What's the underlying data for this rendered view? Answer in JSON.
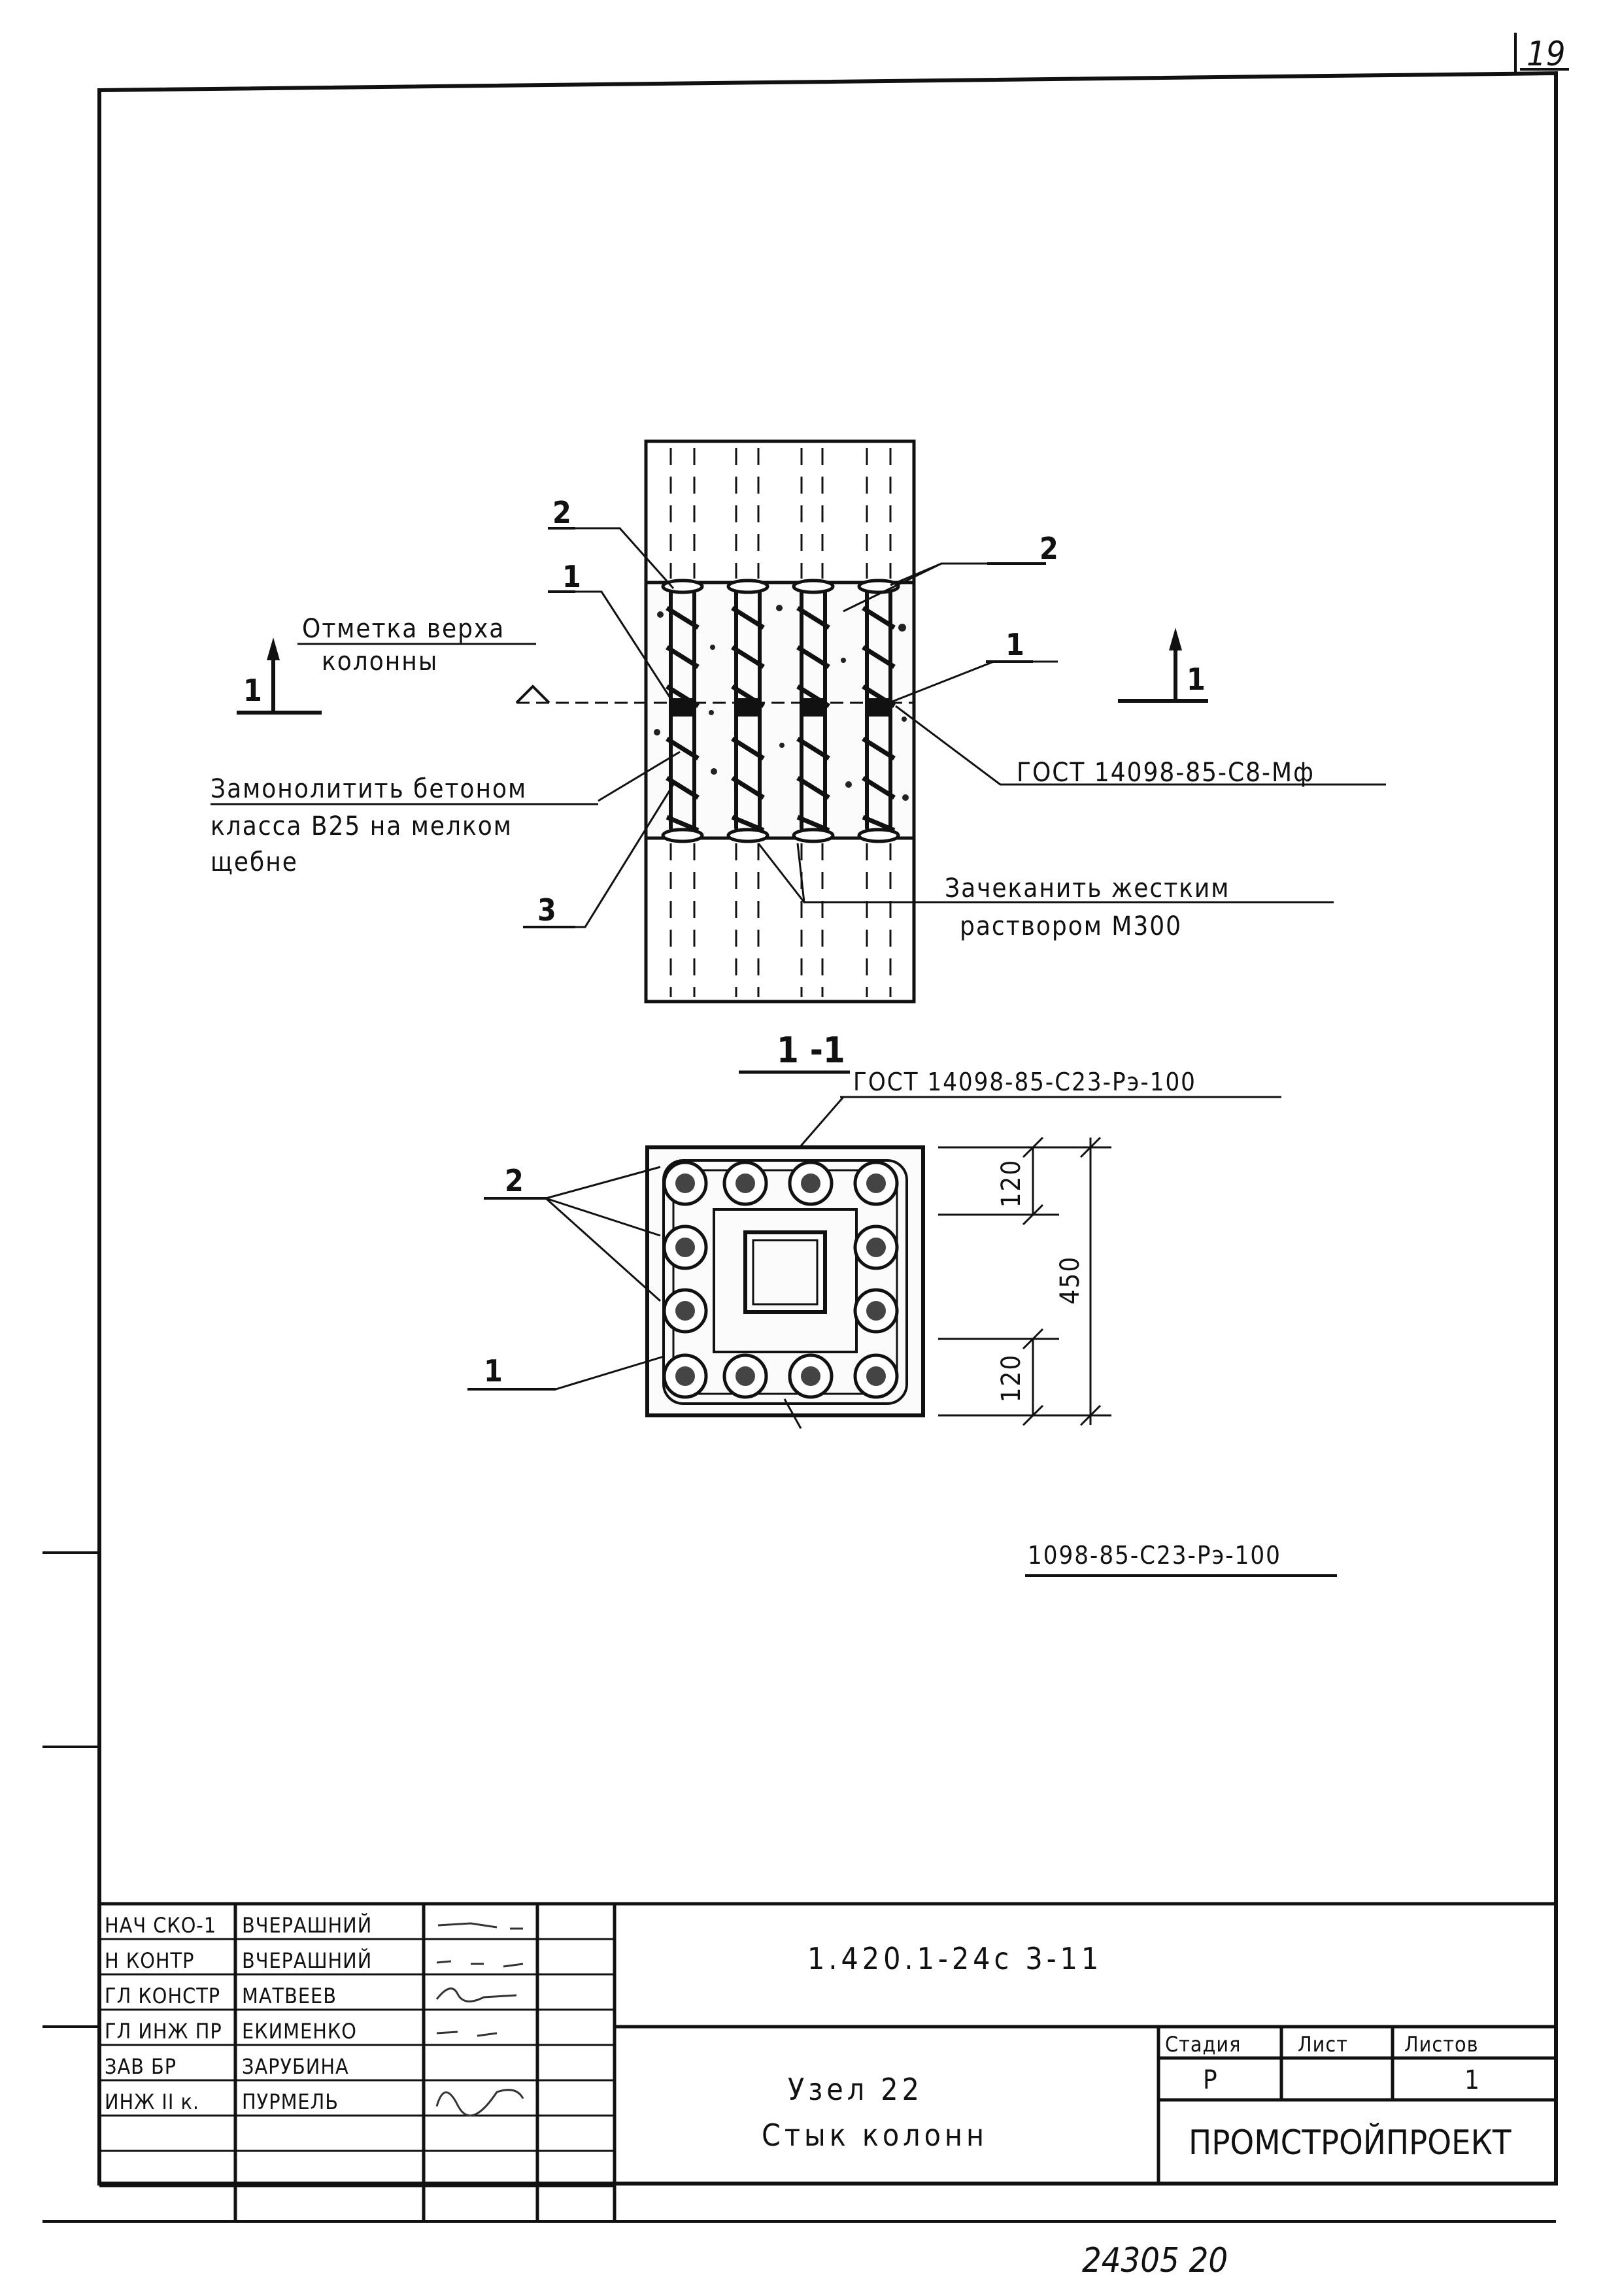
{
  "sheet_number": "19",
  "elevation": {
    "label_line1": "Отметка верха",
    "label_line2": "колонны",
    "concrete_line1": "Замонолитить бетоном",
    "concrete_line2": "класса В25 на мелком",
    "concrete_line3": "щебне",
    "caulk_line1": "Зачеканить жестким",
    "caulk_line2": "раствором М300",
    "weld_top": "ГОСТ 14098-85-С8-Мф",
    "callout_1": "1",
    "callout_2": "2",
    "callout_3": "3",
    "section_mark": "1"
  },
  "section": {
    "title": "1 -1",
    "weld_top": "ГОСТ 14098-85-С23-Рэ-100",
    "weld_bottom": "1098-85-С23-Рэ-100",
    "callout_1": "1",
    "callout_2": "2",
    "dim_top": "120",
    "dim_total": "450",
    "dim_bottom": "120"
  },
  "title_block": {
    "staff": [
      {
        "role": "НАЧ СКО-1",
        "name": "ВЧЕРАШНИЙ"
      },
      {
        "role": "Н КОНТР",
        "name": "ВЧЕРАШНИЙ"
      },
      {
        "role": "ГЛ КОНСТР",
        "name": "МАТВЕЕВ"
      },
      {
        "role": "ГЛ ИНЖ ПР",
        "name": "ЕКИМЕНКО"
      },
      {
        "role": "ЗАВ БР",
        "name": "ЗАРУБИНА"
      },
      {
        "role": "ИНЖ II к.",
        "name": "ПУРМЕЛЬ"
      }
    ],
    "code": "1.420.1-24с 3-11",
    "title_line1": "Узел 22",
    "title_line2": "Стык колонн",
    "stage_header": "Стадия",
    "sheet_header": "Лист",
    "sheets_header": "Листов",
    "stage_value": "Р",
    "sheet_value": "",
    "sheets_value": "1",
    "org": "ПРОМСТРОЙПРОЕКТ"
  },
  "footer_code": "24305 20"
}
